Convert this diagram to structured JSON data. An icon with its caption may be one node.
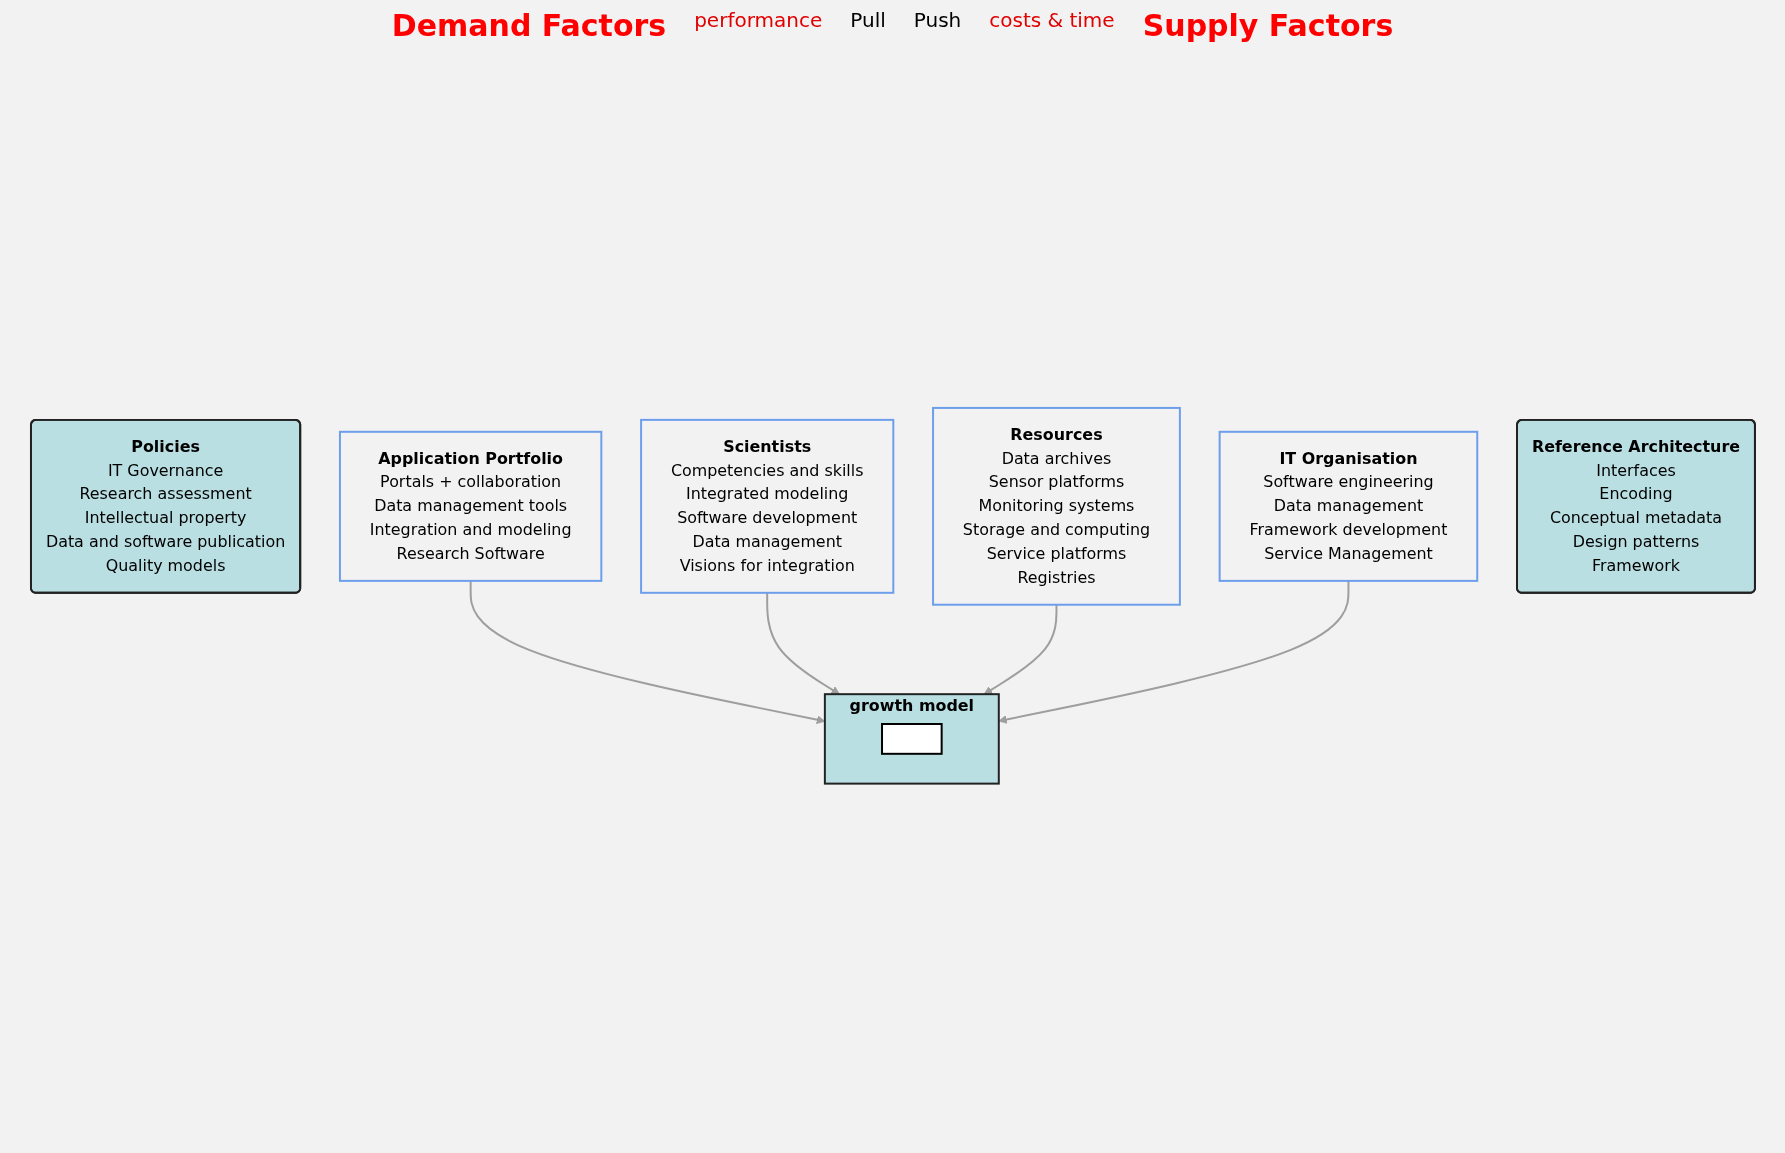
{
  "diagram": {
    "nodes": [
      {
        "text": [
          "Policies",
          "IT Governance",
          "Research assessment",
          "Intellectual property",
          "Data and software publication",
          "Quality models"
        ]
      },
      {
        "text": [
          "Application Portfolio",
          "Portals + collaboration",
          "Data management tools",
          "Integration and modeling",
          "Research Software"
        ]
      },
      {
        "text": [
          "Scientists",
          "Competencies and skills",
          "Integrated modeling",
          "Software development",
          "Data management",
          "Visions for integration"
        ]
      },
      {
        "text": [
          "growth model"
        ]
      },
      {
        "text": [],
        "shape": "box",
        "in": 3
      },
      {
        "text": [
          "Resources",
          "Data archives",
          "Sensor platforms",
          "Monitoring systems",
          "Storage and computing",
          "Service platforms",
          "Registries"
        ]
      },
      {
        "text": [
          "IT Organisation",
          "Software engineering",
          "Data management",
          "Framework development",
          "Service Management"
        ]
      },
      {
        "text": [
          "Reference Architecture",
          "Interfaces",
          "Encoding",
          "Conceptual metadata",
          "Design patterns",
          "Framework"
        ]
      }
    ],
    "edges": [
      {
        "from": 1,
        "to": 3,
        "arrow": "to"
      },
      {
        "from": 2,
        "to": 3,
        "arrow": "to"
      },
      {
        "from": 5,
        "to": 3,
        "arrow": "to"
      },
      {
        "from": 6,
        "to": 3,
        "arrow": "to"
      }
    ],
    "labels": [
      "Demand Factors",
      "performance",
      "Pull",
      "Push",
      "costs & time",
      "Supply Factors"
    ]
  }
}
